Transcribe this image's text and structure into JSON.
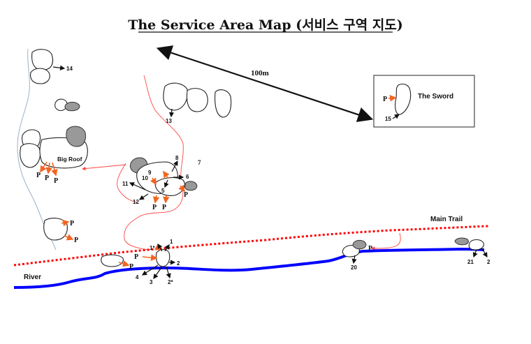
{
  "title": "The Service Area Map (서비스 구역 지도)",
  "scale_label": "100m",
  "labels": {
    "main_trail": "Main Trail",
    "river": "River",
    "big_roof": "Big Roof",
    "the_sword": "The Sword",
    "parking": "P"
  },
  "problem_numbers": {
    "n14": "14",
    "n13": "13",
    "n15": "15",
    "n8": "8",
    "n7": "7",
    "n9": "9",
    "n10": "10",
    "n11": "11",
    "n5": "5",
    "n6": "6",
    "n12": "12",
    "n1": "1",
    "n1star": "1*",
    "n2": "2",
    "n2star": "2*",
    "n3": "3",
    "n4": "4",
    "n20": "20",
    "n21": "21",
    "n2b": "2"
  },
  "colors": {
    "river": "#0000ff",
    "trail": "#ff0000",
    "approach_path": "#ff4444",
    "stream": "#9bb0c8",
    "parking_arrow": "#f26522",
    "grey_boulder": "#999999"
  }
}
